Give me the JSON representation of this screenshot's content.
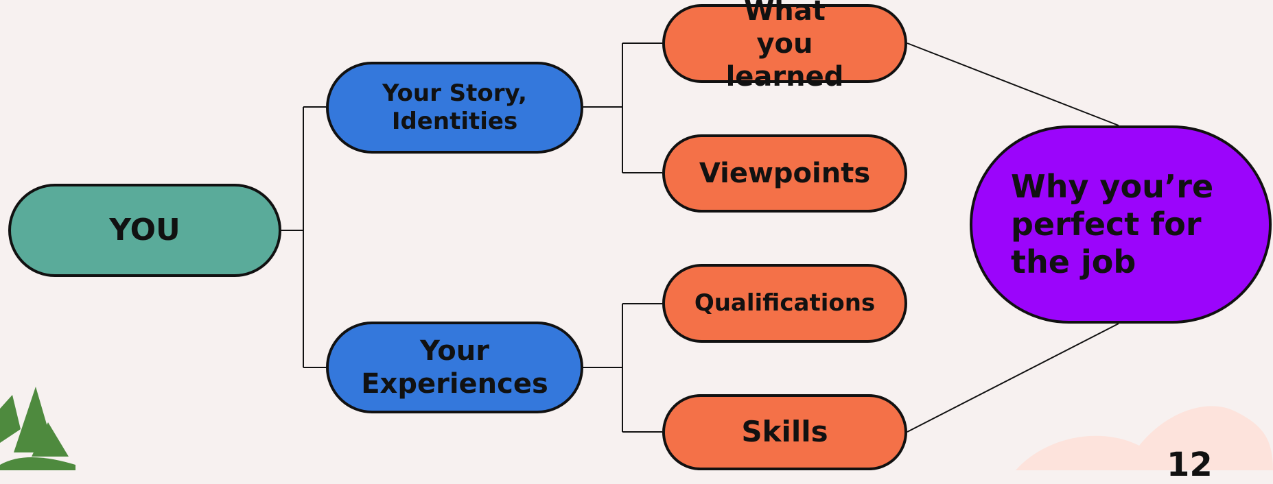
{
  "diagram": {
    "root": {
      "id": "you",
      "label": "YOU"
    },
    "branches": [
      {
        "id": "story",
        "label": "Your Story, Identities",
        "children": [
          {
            "id": "learned",
            "label": "What you learned"
          },
          {
            "id": "viewpoints",
            "label": "Viewpoints"
          }
        ]
      },
      {
        "id": "experiences",
        "label": "Your Experiences",
        "children": [
          {
            "id": "qualifications",
            "label": "Qualifications"
          },
          {
            "id": "skills",
            "label": "Skills"
          }
        ]
      }
    ],
    "goal": {
      "id": "goal",
      "label": "Why you’re perfect for the job"
    },
    "goal_links": [
      "learned",
      "skills"
    ]
  },
  "page_number": "12",
  "colors": {
    "background": "#f7f1f0",
    "root": "#5aab9a",
    "branch": "#3478dc",
    "leaf": "#f47148",
    "goal": "#9b05fb",
    "logo": "#4e8a3e",
    "blob": "#fde3dc"
  },
  "icons": [
    "mountain-logo-icon"
  ]
}
